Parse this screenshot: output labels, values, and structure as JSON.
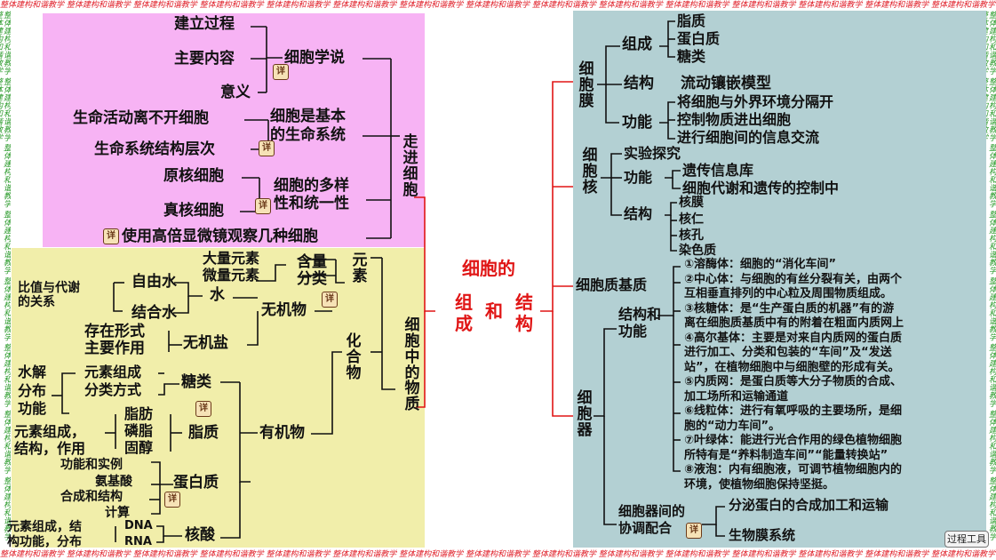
{
  "watermark": "整体建构和谐教学",
  "center": {
    "line1": "细胞的",
    "line2a": "组",
    "line2b": "和",
    "line2c": "结",
    "line3a": "成",
    "line3b": "构"
  },
  "detail_icon": "详",
  "tool_button": "过程工具",
  "left_top": {
    "root": "走进细胞",
    "cell_theory": "细胞学说",
    "cell_theory_items": [
      "建立过程",
      "主要内容",
      "意义"
    ],
    "basic_system": [
      "细胞是基本",
      "的生命系统"
    ],
    "basic_system_items": [
      "生命活动离不开细胞",
      "生命系统结构层次"
    ],
    "diversity": [
      "细胞的多样",
      "性和统一性"
    ],
    "diversity_items": [
      "原核细胞",
      "真核细胞"
    ],
    "microscope": "使用高倍显微镜观察几种细胞"
  },
  "left_bottom": {
    "root": "细胞中的物质",
    "elements": "元素",
    "content_class": [
      "含量",
      "分类"
    ],
    "macro": "大量元素",
    "micro": "微量元素",
    "compounds": "化合物",
    "inorganic": "无机物",
    "water": "水",
    "free_water": "自由水",
    "bound_water": "结合水",
    "ratio": [
      "比值与代谢",
      "的关系"
    ],
    "salt": "无机盐",
    "salt_forms": [
      "存在形式",
      "主要作用"
    ],
    "organic": "有机物",
    "sugar": "糖类",
    "sugar_items": [
      "元素组成",
      "分类方式"
    ],
    "sugar_sub": [
      "水解",
      "分布",
      "功能"
    ],
    "lipid": "脂质",
    "lipid_items": [
      "脂肪",
      "磷脂",
      "固醇"
    ],
    "lipid_sub": [
      "元素组成，",
      "结构，作用"
    ],
    "protein": "蛋白质",
    "protein_items": [
      "功能和实例",
      "氨基酸",
      "合成和结构",
      "计算"
    ],
    "nucleic": "核酸",
    "nucleic_items": [
      "DNA",
      "RNA"
    ],
    "nucleic_sub": [
      "元素组成，结",
      "构功能，分布"
    ]
  },
  "right": {
    "membrane": "细胞膜",
    "membrane_comp": "组成",
    "membrane_comp_items": [
      "脂质",
      "蛋白质",
      "糖类"
    ],
    "membrane_struct": "结构",
    "membrane_struct_val": "流动镶嵌模型",
    "membrane_func": "功能",
    "membrane_func_items": [
      "将细胞与外界环境分隔开",
      "控制物质进出细胞",
      "进行细胞间的信息交流"
    ],
    "nucleus": "细胞核",
    "nucleus_exp": "实验探究",
    "nucleus_func": "功能",
    "nucleus_func_items": [
      "遗传信息库",
      "细胞代谢和遗传的控制中"
    ],
    "nucleus_struct": "结构",
    "nucleus_struct_items": [
      "核膜",
      "核仁",
      "核孔",
      "染色质"
    ],
    "matrix": "细胞质基质",
    "organelle": "细胞器",
    "sf": [
      "结构和",
      "功能"
    ],
    "organelle_lines": [
      "①溶酶体：细胞的“消化车间”",
      "②中心体：与细胞的有丝分裂有关，由两个",
      "互相垂直排列的中心粒及周围物质组成。",
      "③核糖体：是“生产蛋白质的机器”有的游",
      "离在细胞质基质中有的附着在粗面内质网上",
      "④高尔基体：主要是对来自内质网的蛋白质",
      "进行加工、分类和包装的“车间”及“发送",
      "站”，在植物细胞中与细胞壁的形成有关。",
      "⑤内质网：是蛋白质等大分子物质的合成、",
      "加工场所和运输通道",
      "⑥线粒体：进行有氧呼吸的主要场所，是细",
      "胞的“动力车间”。",
      "⑦叶绿体：能进行光合作用的绿色植物细胞",
      "所特有是“养料制造车间”“能量转换站”",
      "⑧液泡：内有细胞液，可调节植物细胞内的",
      "环境，使植物细胞保持坚挺。"
    ],
    "coop": [
      "细胞器间的",
      "协调配合"
    ],
    "coop_items": [
      "分泌蛋白的合成加工和运输",
      "生物膜系统"
    ]
  }
}
